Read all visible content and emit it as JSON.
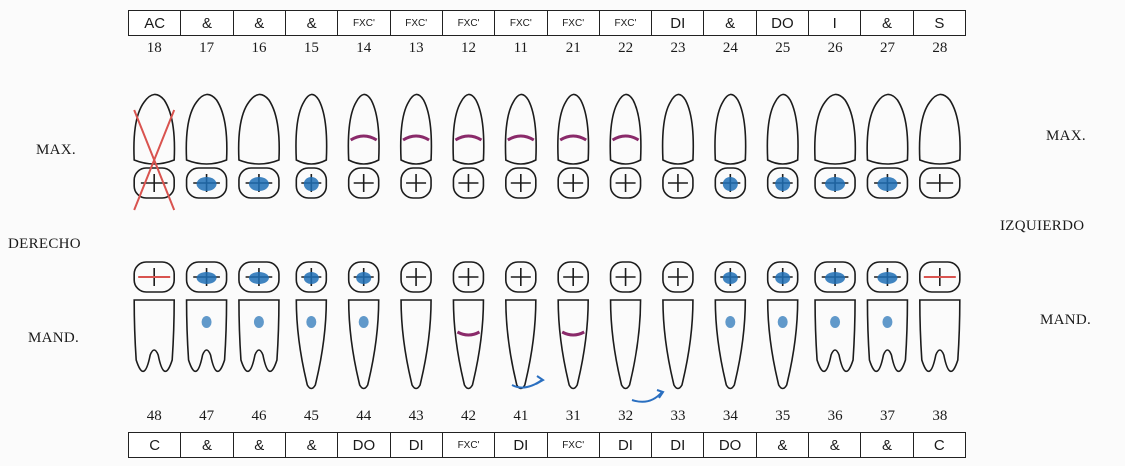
{
  "maxillary": {
    "codes": [
      "AC",
      "&",
      "&",
      "&",
      "FXC'",
      "FXC'",
      "FXC'",
      "FXC'",
      "FXC'",
      "FXC'",
      "DI",
      "&",
      "DO",
      "I",
      "&",
      "S"
    ],
    "numbers": [
      "18",
      "17",
      "16",
      "15",
      "14",
      "13",
      "12",
      "11",
      "21",
      "22",
      "23",
      "24",
      "25",
      "26",
      "27",
      "28"
    ]
  },
  "mandibular": {
    "numbers": [
      "48",
      "47",
      "46",
      "45",
      "44",
      "43",
      "42",
      "41",
      "31",
      "32",
      "33",
      "34",
      "35",
      "36",
      "37",
      "38"
    ],
    "codes": [
      "C",
      "&",
      "&",
      "&",
      "DO",
      "DI",
      "FXC'",
      "DI",
      "FXC'",
      "DI",
      "DI",
      "DO",
      "&",
      "&",
      "&",
      "C"
    ]
  },
  "labels": {
    "max_left": "MAX.",
    "max_right": "MAX.",
    "derecho": "DERECHO",
    "izquierdo": "IZQUIERDO",
    "mand_left": "MAND.",
    "mand_right": "MAND."
  },
  "colors": {
    "outline": "#1c1c1c",
    "restoration_blue": "#1f6fb5",
    "caries_purple": "#8a2a6a",
    "extraction_red": "#d9534f",
    "arrow_blue": "#2a6fc0"
  }
}
